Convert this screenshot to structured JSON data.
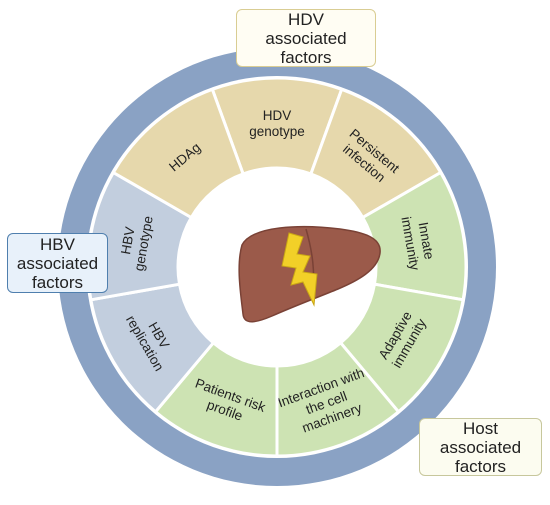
{
  "categories": {
    "hdv": {
      "label": "HDV\nassociated\nfactors",
      "color": "#e6d8ac"
    },
    "hbv": {
      "label": "HBV\nassociated\nfactors",
      "color": "#c2cede"
    },
    "host": {
      "label": "Host\nassociated\nfactors",
      "color": "#cde3b3"
    }
  },
  "segments": [
    {
      "lines": [
        "HDV",
        "genotype"
      ],
      "group": "hdv"
    },
    {
      "lines": [
        "Persistent",
        "infection"
      ],
      "group": "hdv"
    },
    {
      "lines": [
        "Innate",
        "immunity"
      ],
      "group": "host"
    },
    {
      "lines": [
        "Adaptive",
        "immunity"
      ],
      "group": "host"
    },
    {
      "lines": [
        "Interaction with",
        "the cell",
        "machinery"
      ],
      "group": "host"
    },
    {
      "lines": [
        "Patients risk",
        "profile"
      ],
      "group": "host"
    },
    {
      "lines": [
        "HBV",
        "replication"
      ],
      "group": "hbv"
    },
    {
      "lines": [
        "HBV",
        "genotype"
      ],
      "group": "hbv"
    },
    {
      "lines": [
        "HDAg"
      ],
      "group": "hdv"
    }
  ],
  "colors": {
    "outer_ring": "#8aa2c4",
    "liver": "#9b5a4a",
    "bolt": "#f2d028"
  }
}
